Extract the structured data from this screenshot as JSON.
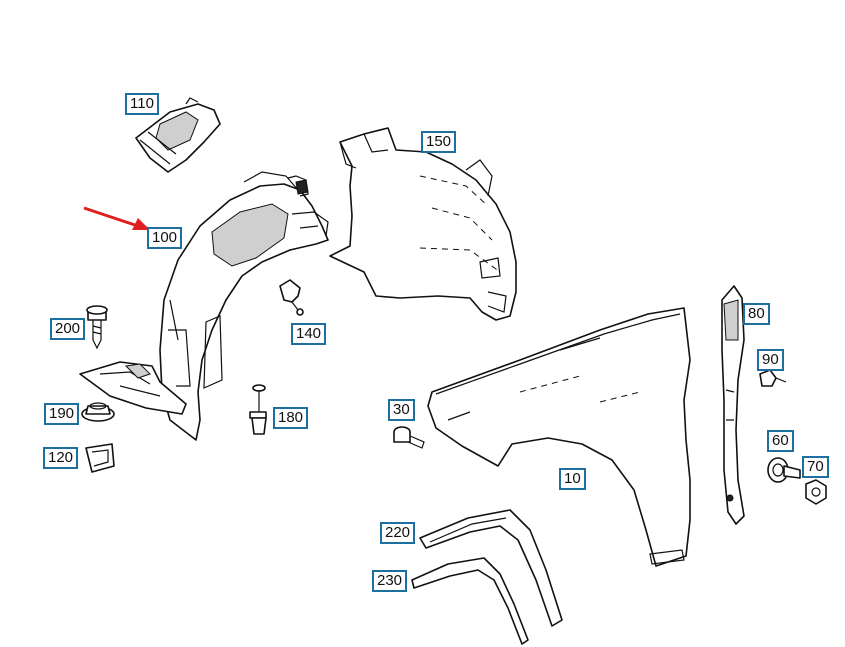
{
  "colors": {
    "callout_border": "#1d6fa0",
    "highlight_arrow": "#e02020",
    "line": "#111111",
    "background": "#ffffff"
  },
  "callouts": {
    "p10": "10",
    "p30": "30",
    "p60": "60",
    "p70": "70",
    "p80": "80",
    "p90": "90",
    "p100": "100",
    "p110": "110",
    "p120": "120",
    "p140": "140",
    "p150": "150",
    "p180": "180",
    "p190": "190",
    "p200": "200",
    "p220": "220",
    "p230": "230"
  },
  "highlighted_part": "100",
  "icons": {
    "highlight": "red-arrow-icon"
  }
}
